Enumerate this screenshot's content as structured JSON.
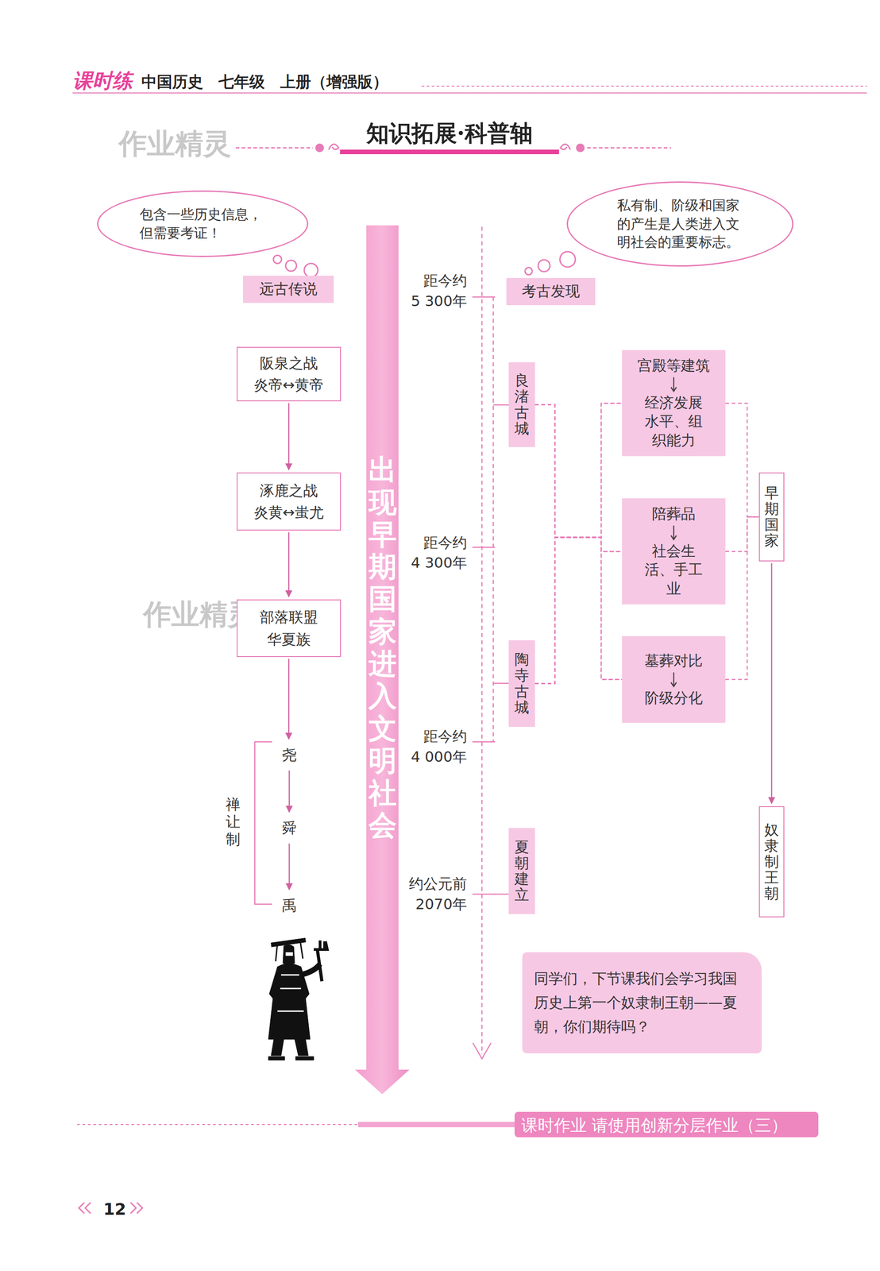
{
  "diagram": {
    "title": "知识拓展·科普轴",
    "nodes": [
      {
        "text": [
          "包含一些历史信息，但需要考证！"
        ]
      },
      {
        "text": [
          "私有制、阶级和国家的产生是人类进入文明社会的重要标志。"
        ]
      },
      {
        "text": [
          "远古传说"
        ]
      },
      {
        "text": [
          "考古发现"
        ]
      },
      {
        "text": [
          "出现早期国家 进入文明社会"
        ]
      },
      {
        "text": [
          "阪泉之战",
          "炎帝↔黄帝"
        ]
      },
      {
        "text": [
          "涿鹿之战",
          "炎黄↔蚩尤"
        ]
      },
      {
        "text": [
          "部落联盟",
          "华夏族"
        ]
      },
      {
        "text": [
          "尧"
        ]
      },
      {
        "text": [
          "舜"
        ]
      },
      {
        "text": [
          "禹"
        ]
      },
      {
        "text": [
          "良渚古城"
        ]
      },
      {
        "text": [
          "陶寺古城"
        ]
      },
      {
        "text": [
          "夏朝建立"
        ]
      },
      {
        "text": [
          "宫殿等建筑",
          "经济发展水平、组织能力"
        ]
      },
      {
        "text": [
          "陪葬品",
          "社会生活、手工业"
        ]
      },
      {
        "text": [
          "墓葬对比",
          "阶级分化"
        ]
      },
      {
        "text": [
          "早期国家"
        ]
      },
      {
        "text": [
          "奴隶制王朝"
        ]
      },
      {
        "text": [
          "同学们，下节课我们会学习我国历史上第一个奴隶制王朝——夏朝，你们期待吗？"
        ]
      }
    ],
    "edges": [
      {
        "from": 5,
        "to": 6,
        "arrow": "to"
      },
      {
        "from": 6,
        "to": 7,
        "arrow": "to"
      },
      {
        "from": 7,
        "to": 8,
        "arrow": "to"
      },
      {
        "from": 8,
        "to": 9,
        "arrow": "to"
      },
      {
        "from": 9,
        "to": 10,
        "arrow": "to"
      },
      {
        "from": 11,
        "to": 14,
        "arrow": "none"
      },
      {
        "from": 11,
        "to": 15,
        "arrow": "none"
      },
      {
        "from": 11,
        "to": 16,
        "arrow": "none"
      },
      {
        "from": 12,
        "to": 14,
        "arrow": "none"
      },
      {
        "from": 12,
        "to": 15,
        "arrow": "none"
      },
      {
        "from": 12,
        "to": 16,
        "arrow": "none"
      },
      {
        "from": 14,
        "to": 17,
        "arrow": "none"
      },
      {
        "from": 15,
        "to": 17,
        "arrow": "none"
      },
      {
        "from": 16,
        "to": 17,
        "arrow": "none"
      },
      {
        "from": 17,
        "to": 18,
        "arrow": "to"
      }
    ],
    "labels": [
      "课时练",
      "中国历史　七年级　上册（增强版）",
      "作业精灵",
      "作业精灵",
      "距今约",
      "5 300年",
      "距今约",
      "4 300年",
      "距今约",
      "4 000年",
      "约公元前",
      "2070年",
      "禅让制",
      "课时作业 请使用创新分层作业（三）",
      "12"
    ]
  }
}
